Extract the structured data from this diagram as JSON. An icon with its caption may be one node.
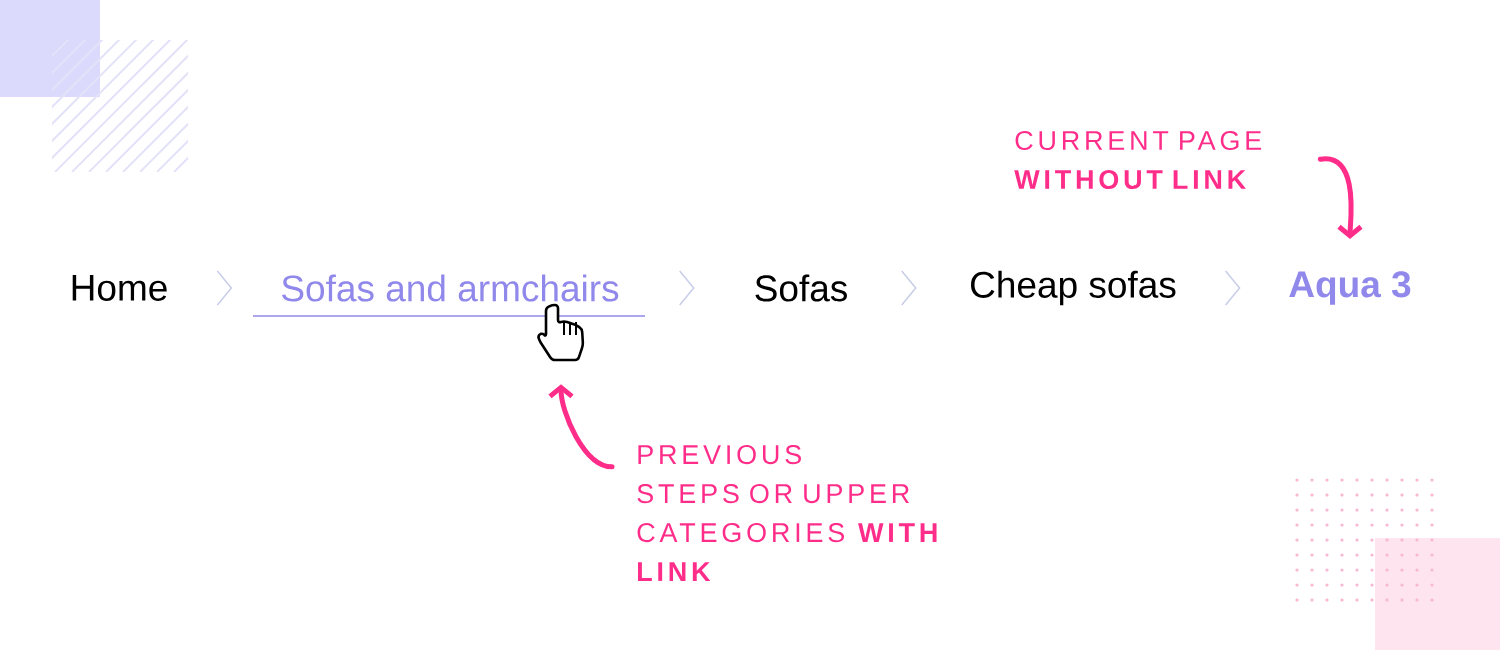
{
  "diagram": {
    "nodes": [
      {
        "text": [
          "Home"
        ]
      },
      {
        "text": [
          "Sofas and armchairs"
        ]
      },
      {
        "text": [
          "Sofas"
        ]
      },
      {
        "text": [
          "Cheap sofas"
        ]
      },
      {
        "text": [
          "Aqua 3"
        ]
      },
      {
        "text": [
          "CURRENT PAGE **WITHOUT LINK**"
        ]
      },
      {
        "text": [
          "PREVIOUS STEPS OR UPPER CATEGORIES **WITH LINK**"
        ]
      },
      {
        "text": [],
        "shape": "hand"
      }
    ],
    "edges": [
      {
        "from": 0,
        "to": 1,
        "arrow": "to"
      },
      {
        "from": 1,
        "to": 2,
        "arrow": "to"
      },
      {
        "from": 2,
        "to": 3,
        "arrow": "to"
      },
      {
        "from": 3,
        "to": 4,
        "arrow": "to"
      },
      {
        "from": 5,
        "to": 4,
        "arrow": "to",
        "style": "thick",
        "color": "#ff2d8a"
      },
      {
        "from": 6,
        "to": 7,
        "arrow": "to",
        "style": "thick",
        "color": "#ff2d8a"
      }
    ]
  }
}
